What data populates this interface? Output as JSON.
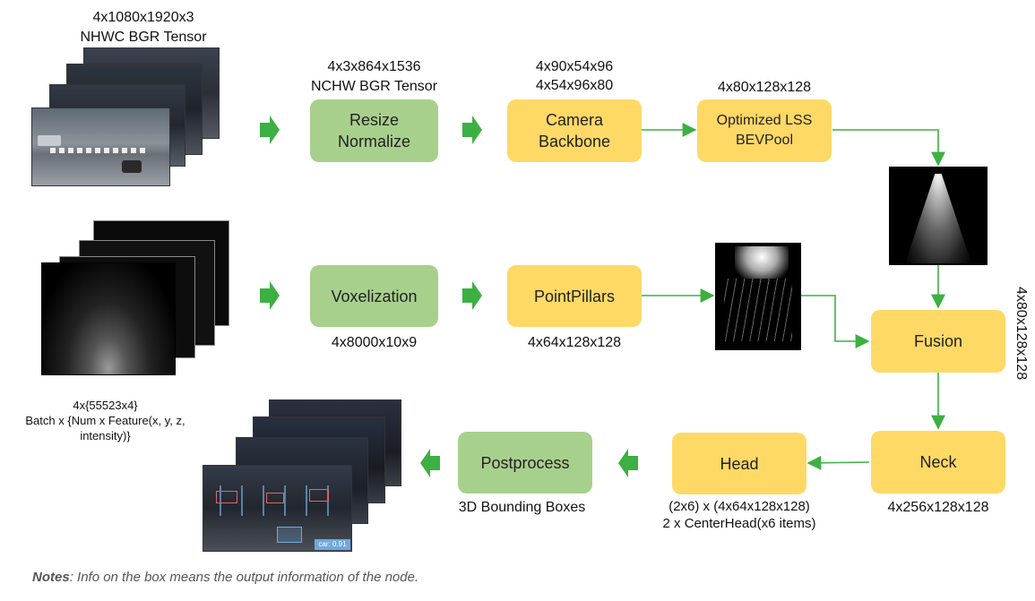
{
  "camera_input": {
    "shape": "4x1080x1920x3",
    "format": "NHWC BGR Tensor"
  },
  "resize": {
    "label_line1": "Resize",
    "label_line2": "Normalize",
    "shape": "4x3x864x1536",
    "format": "NCHW BGR Tensor"
  },
  "camera_backbone": {
    "label_line1": "Camera",
    "label_line2": "Backbone",
    "shape1": "4x90x54x96",
    "shape2": "4x54x96x80"
  },
  "bevpool": {
    "label_line1": "Optimized LSS",
    "label_line2": "BEVPool",
    "shape": "4x80x128x128"
  },
  "lidar_input": {
    "line1": "4x{55523x4}",
    "line2": "Batch x {Num x Feature(x, y, z,",
    "line3": "intensity)}"
  },
  "voxelization": {
    "label": "Voxelization",
    "shape": "4x8000x10x9"
  },
  "pointpillars": {
    "label": "PointPillars",
    "shape": "4x64x128x128"
  },
  "fusion": {
    "label": "Fusion",
    "shape": "4x80x128x128"
  },
  "neck": {
    "label": "Neck",
    "shape": "4x256x128x128"
  },
  "head": {
    "label": "Head",
    "shape1": "(2x6) x (4x64x128x128)",
    "shape2": "2 x CenterHead(x6 items)"
  },
  "postprocess": {
    "label": "Postprocess",
    "output": "3D Bounding Boxes"
  },
  "output_image": {
    "tag": "car: 0.91"
  },
  "notes": {
    "prefix": "Notes",
    "text": ": Info on the box means the output information of the node."
  },
  "colors": {
    "green_box": "#a8d08d",
    "yellow_box": "#ffd966",
    "arrow": "#3cb043"
  }
}
